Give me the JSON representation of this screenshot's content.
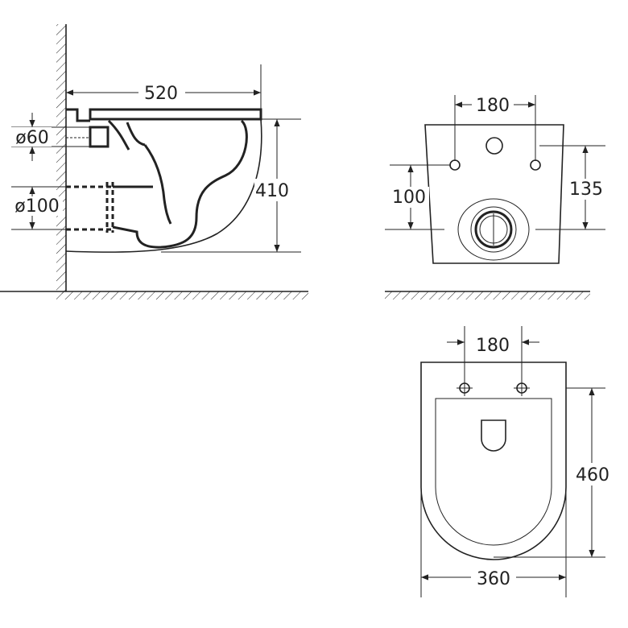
{
  "side_view": {
    "width_dim": "520",
    "height_dim": "410",
    "inlet_dim": "ø60",
    "outlet_dim": "ø100"
  },
  "rear_view": {
    "bolt_spacing_dim": "180",
    "bolt_height_dim": "135",
    "outlet_height_dim": "100"
  },
  "top_view": {
    "bolt_spacing_dim": "180",
    "depth_dim": "460",
    "width_dim": "360"
  },
  "colors": {
    "line": "#222222",
    "background": "#ffffff"
  }
}
